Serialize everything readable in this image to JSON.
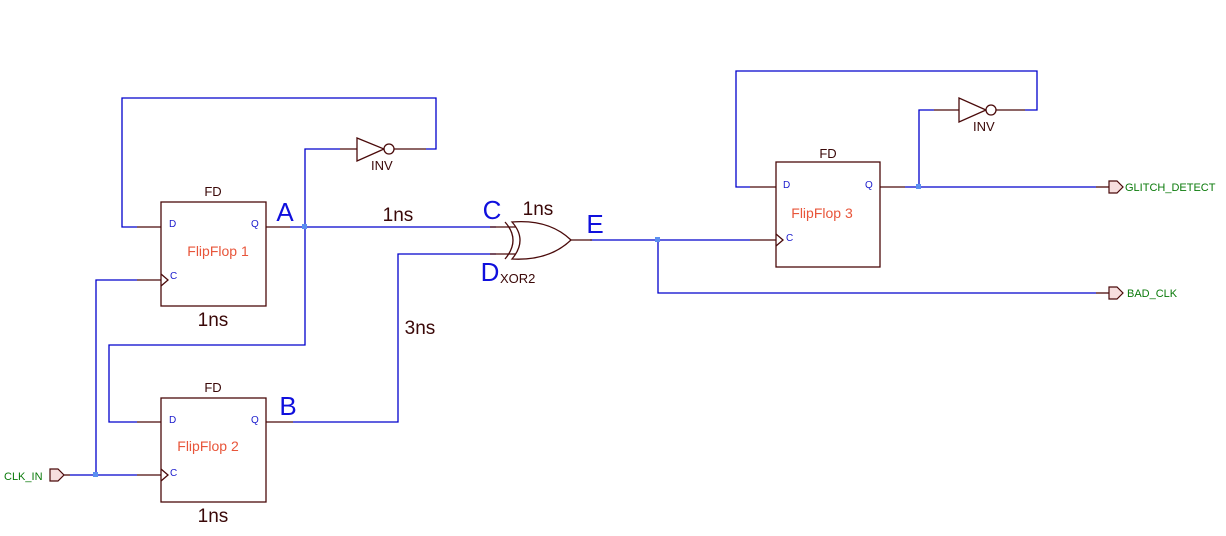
{
  "schematic": {
    "flipflops": [
      {
        "type": "FD",
        "instance": "FlipFlop 1",
        "delay": "1ns",
        "pins": {
          "d": "D",
          "q": "Q",
          "c": "C"
        }
      },
      {
        "type": "FD",
        "instance": "FlipFlop 2",
        "delay": "1ns",
        "pins": {
          "d": "D",
          "q": "Q",
          "c": "C"
        }
      },
      {
        "type": "FD",
        "instance": "FlipFlop 3",
        "pins": {
          "d": "D",
          "q": "Q",
          "c": "C"
        }
      }
    ],
    "inverters": [
      {
        "type": "INV"
      },
      {
        "type": "INV"
      }
    ],
    "xor_gate": {
      "type": "XOR2",
      "delay": "1ns"
    },
    "net_labels": {
      "a": "A",
      "b": "B",
      "c": "C",
      "d": "D",
      "e": "E"
    },
    "wire_delays": {
      "a_to_c": "1ns",
      "b_to_d": "3ns"
    },
    "ports": {
      "input": "CLK_IN",
      "outputs": [
        "GLITCH_DETECT",
        "BAD_CLK"
      ]
    }
  },
  "colors": {
    "wire": "#0000cc",
    "component": "#4a0a0a",
    "instance_label": "#e8553a",
    "net_label": "#1010dd",
    "port_label": "#0a7a0a"
  }
}
